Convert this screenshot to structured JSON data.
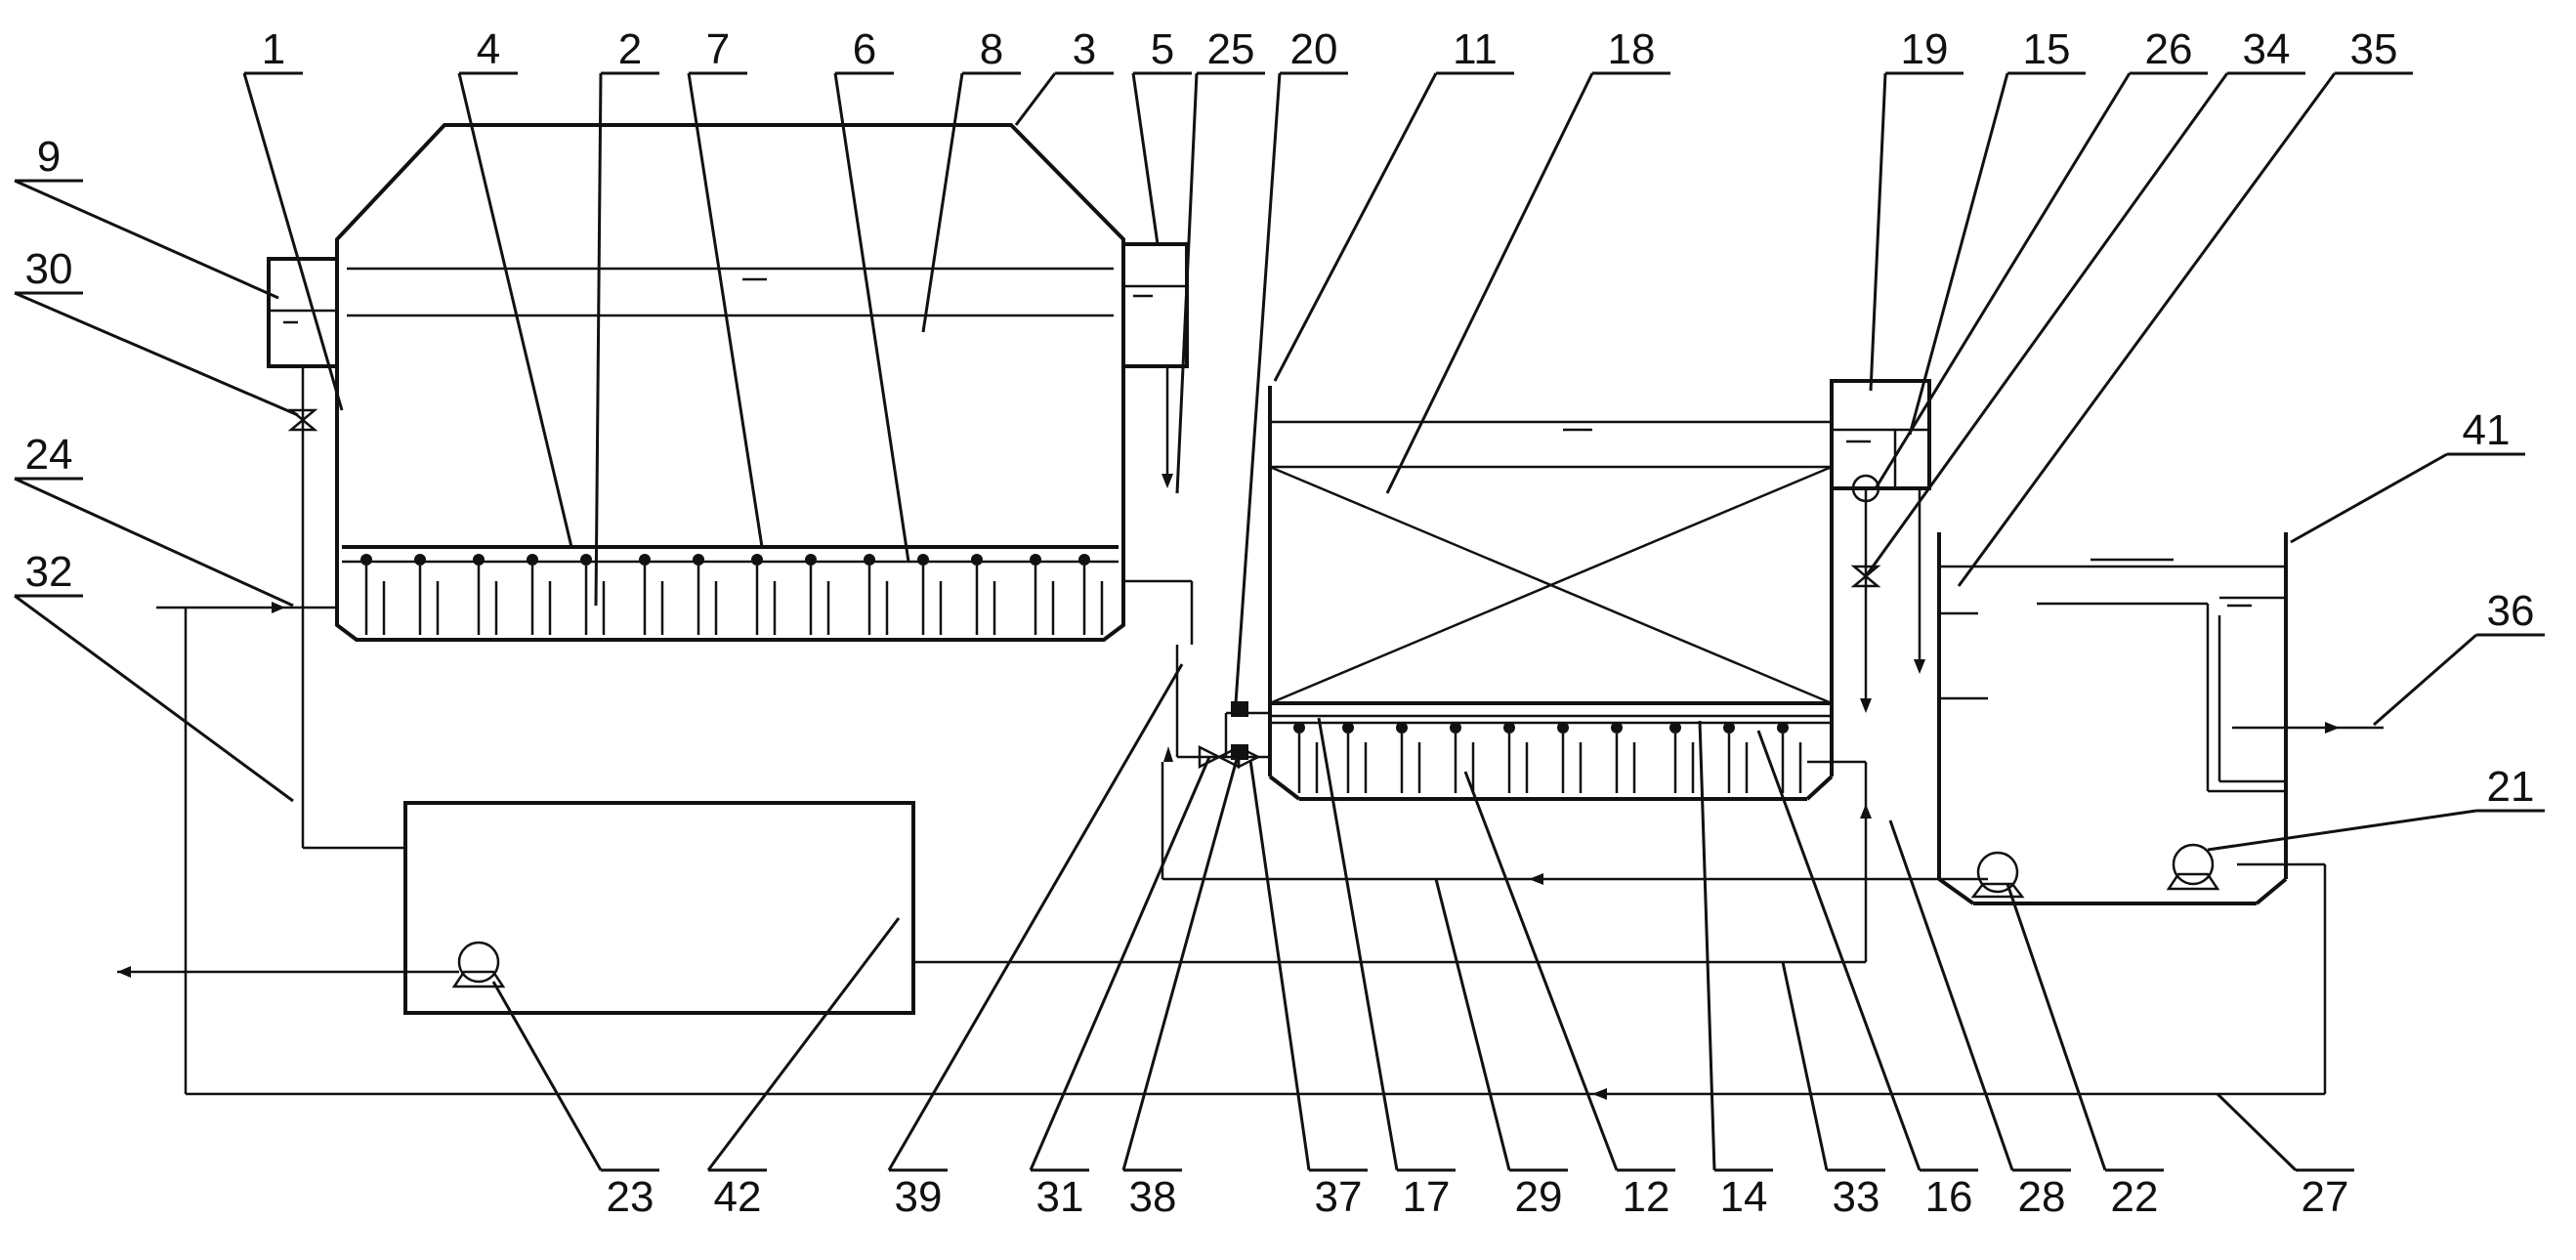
{
  "colors": {
    "stroke": "#111111",
    "background": "#ffffff"
  },
  "labels": {
    "l1": "1",
    "l2": "2",
    "l3": "3",
    "l4": "4",
    "l5": "5",
    "l6": "6",
    "l7": "7",
    "l8": "8",
    "l9": "9",
    "l11": "11",
    "l12": "12",
    "l14": "14",
    "l15": "15",
    "l16": "16",
    "l17": "17",
    "l18": "18",
    "l19": "19",
    "l20": "20",
    "l21": "21",
    "l22": "22",
    "l23": "23",
    "l24": "24",
    "l25": "25",
    "l26": "26",
    "l27": "27",
    "l28": "28",
    "l29": "29",
    "l30": "30",
    "l31": "31",
    "l32": "32",
    "l33": "33",
    "l34": "34",
    "l35": "35",
    "l36": "36",
    "l37": "37",
    "l38": "38",
    "l39": "39",
    "l41": "41",
    "l42": "42"
  },
  "icons": {
    "pumps": [
      "pump-icon-23",
      "pump-icon-22",
      "pump-icon-21"
    ],
    "valves": [
      "valve-icon-30",
      "valve-icon-34",
      "valve-icon-31",
      "valve-icon-37"
    ]
  }
}
